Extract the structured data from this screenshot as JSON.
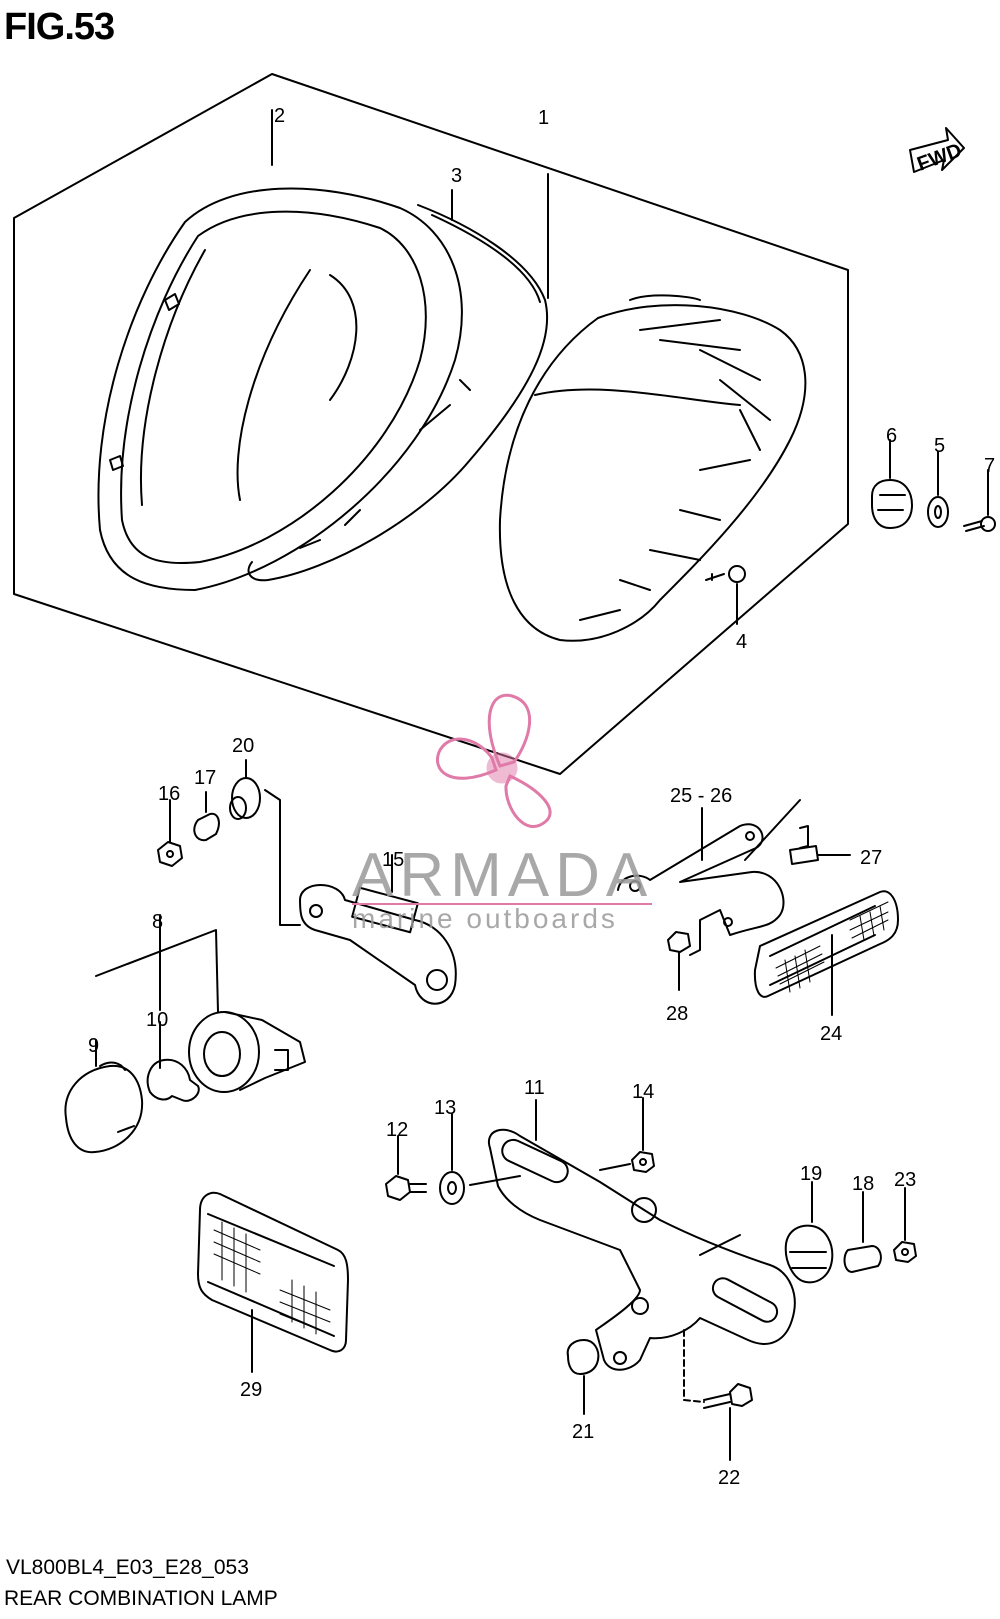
{
  "header": {
    "figure_label": "FIG.53"
  },
  "fwd_label": "FWD",
  "callouts": {
    "c1": "1",
    "c2": "2",
    "c3": "3",
    "c4": "4",
    "c5": "5",
    "c6": "6",
    "c7": "7",
    "c8": "8",
    "c9": "9",
    "c10": "10",
    "c11": "11",
    "c12": "12",
    "c13": "13",
    "c14": "14",
    "c15": "15",
    "c16": "16",
    "c17": "17",
    "c18": "18",
    "c19": "19",
    "c20": "20",
    "c21": "21",
    "c22": "22",
    "c23": "23",
    "c24": "24",
    "c2526": "25 - 26",
    "c27": "27",
    "c28": "28",
    "c29": "29"
  },
  "watermark": {
    "brand": "ARMADA",
    "tagline": "marine outboards",
    "colors": {
      "propeller": "#e07aa8",
      "text": "#9a9a9a"
    }
  },
  "footer": {
    "code": "VL800BL4_E03_E28_053",
    "caption": "REAR COMBINATION LAMP"
  }
}
